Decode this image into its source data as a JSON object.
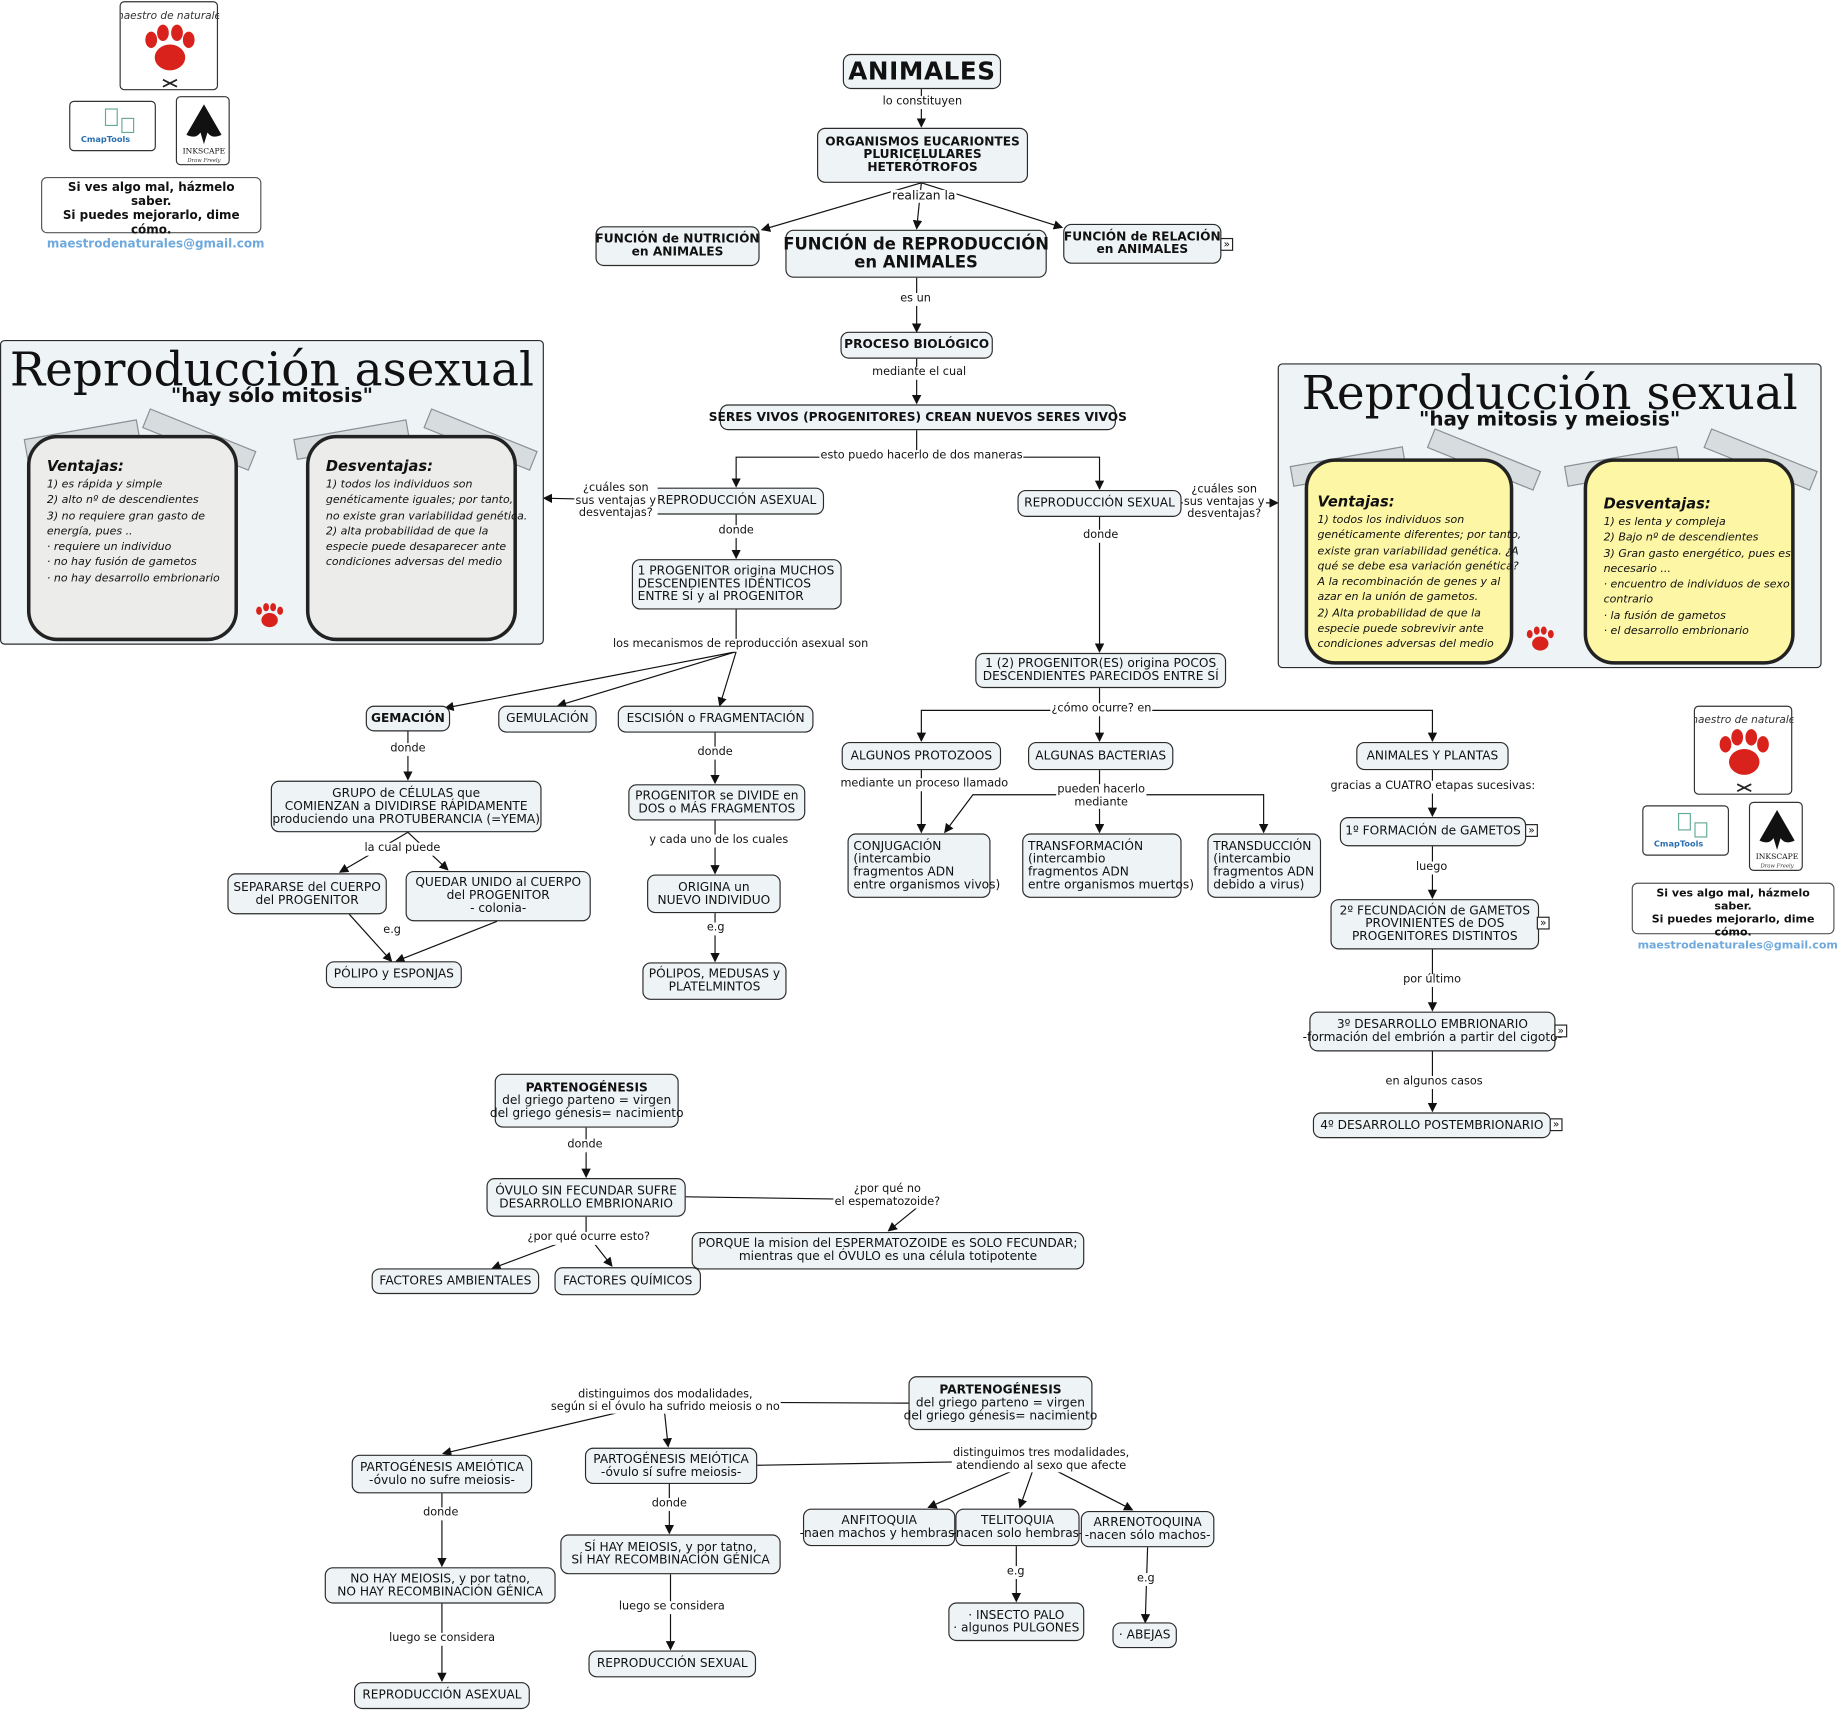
{
  "title": "ANIMALES",
  "nodes": {
    "eucariontes": [
      "ORGANISMOS EUCARIONTES",
      "PLURICELULARES",
      "HETERÓTROFOS"
    ],
    "nutricion": [
      "FUNCIÓN de NUTRICIÓN",
      "en ANIMALES"
    ],
    "reproduccion": [
      "FUNCIÓN de REPRODUCCIÓN",
      "en ANIMALES"
    ],
    "relacion": [
      "FUNCIÓN de RELACIÓN",
      "en ANIMALES"
    ],
    "proceso": [
      "PROCESO BIOLÓGICO"
    ],
    "seres": [
      "SERES VIVOS (PROGENITORES) CREAN NUEVOS SERES VIVOS"
    ],
    "repro_asexual": [
      "REPRODUCCIÓN ASEXUAL"
    ],
    "repro_sexual": [
      "REPRODUCCIÓN SEXUAL"
    ],
    "un_progenitor": [
      "1 PROGENITOR origina MUCHOS",
      "DESCENDIENTES IDÉNTICOS",
      "ENTRE SÍ y al PROGENITOR"
    ],
    "dos_progenitores": [
      "1 (2) PROGENITOR(ES) origina POCOS",
      "DESCENDIENTES PARECIDOS ENTRE SÍ"
    ],
    "gemacion": [
      "GEMACIÓN"
    ],
    "gemulacion": [
      "GEMULACIÓN"
    ],
    "escision": [
      "ESCISIÓN o FRAGMENTACIÓN"
    ],
    "grupo_celulas": [
      "GRUPO de CÉLULAS que",
      "COMIENZAN a DIVIDIRSE RÁPIDAMENTE",
      "produciendo una PROTUBERANCIA (=YEMA)"
    ],
    "separarse": [
      "SEPARARSE del CUERPO",
      "del PROGENITOR"
    ],
    "quedar_unido": [
      "QUEDAR UNIDO al CUERPO",
      "del PROGENITOR",
      "- colonia-"
    ],
    "polipo_esponjas": [
      "PÓLIPO y ESPONJAS"
    ],
    "progenitor_divide": [
      "PROGENITOR se DIVIDE en",
      "DOS o MÁS FRAGMENTOS"
    ],
    "origina_nuevo": [
      "ORIGINA un",
      "NUEVO INDIVIDUO"
    ],
    "polipos_medusas": [
      "PÓLIPOS, MEDUSAS y",
      "PLATELMINTOS"
    ],
    "protozoos": [
      "ALGUNOS PROTOZOOS"
    ],
    "bacterias": [
      "ALGUNAS BACTERIAS"
    ],
    "animales_plantas": [
      "ANIMALES Y PLANTAS"
    ],
    "conjugacion": [
      "CONJUGACIÓN",
      "(intercambio",
      "fragmentos ADN",
      "entre organismos vivos)"
    ],
    "transformacion": [
      "TRANSFORMACIÓN",
      "(intercambio",
      "fragmentos ADN",
      "entre organismos muertos)"
    ],
    "transduccion": [
      "TRANSDUCCIÓN",
      "(intercambio",
      "fragmentos ADN",
      "debido a virus)"
    ],
    "gametos": [
      "1º FORMACIÓN de GAMETOS"
    ],
    "fecundacion": [
      "2º FECUNDACIÓN de GAMETOS",
      "PROVINIENTES de DOS",
      "PROGENITORES DISTINTOS"
    ],
    "desarrollo_emb": [
      "3º DESARROLLO EMBRIONARIO",
      "-formación del embrión a partir del cigoto-"
    ],
    "desarrollo_post": [
      "4º DESARROLLO POSTEMBRIONARIO"
    ],
    "parteno1": [
      "PARTENOGÉNESIS",
      "del griego parteno = virgen",
      "del griego génesis= nacimiento"
    ],
    "ovulo": [
      "ÓVULO SIN FECUNDAR SUFRE",
      "DESARROLLO EMBRIONARIO"
    ],
    "porque": [
      "PORQUE la mision del ESPERMATOZOIDE  es SOLO FECUNDAR;",
      "mientras que el ÓVULO es una célula totipotente"
    ],
    "factores_amb": [
      "FACTORES AMBIENTALES"
    ],
    "factores_quim": [
      "FACTORES QUÍMICOS"
    ],
    "parteno2": [
      "PARTENOGÉNESIS",
      "del griego parteno = virgen",
      "del griego génesis= nacimiento"
    ],
    "ameiotica": [
      "PARTOGÉNESIS AMEIÓTICA",
      "-óvulo no sufre meiosis-"
    ],
    "meiotica": [
      "PARTOGÉNESIS MEIÓTICA",
      "-óvulo sí sufre meiosis-"
    ],
    "no_meiosis": [
      "NO HAY MEIOSIS, y por tatno,",
      "NO HAY RECOMBINACIÓN GÉNICA"
    ],
    "si_meiosis": [
      "SÍ HAY MEIOSIS, y por tatno,",
      "SÍ HAY RECOMBINACIÓN GÉNICA"
    ],
    "rep_asexual2": [
      "REPRODUCCIÓN ASEXUAL"
    ],
    "rep_sexual2": [
      "REPRODUCCIÓN SEXUAL"
    ],
    "anfitoquia": [
      "ANFITOQUIA",
      "-naen machos y hembras-"
    ],
    "telitoquia": [
      "TELITOQUIA",
      "-nacen solo hembras-"
    ],
    "arrenotoquina": [
      "ARRENOTOQUINA",
      "-nacen sólo machos-"
    ],
    "insecto_palo": [
      "· INSECTO PALO",
      "· algunos PULGONES"
    ],
    "abejas": [
      "· ABEJAS"
    ]
  },
  "labels": {
    "lo_constituyen": "lo constituyen",
    "realizan_la": "realizan la",
    "es_un": "es un",
    "mediante_cual": "mediante el cual",
    "dos_maneras": "esto puedo hacerlo de dos maneras",
    "ventajas_izq": [
      "¿cuáles son",
      "sus ventajas y",
      "desventajas?"
    ],
    "ventajas_der": [
      "¿cuáles son",
      "sus ventajas y",
      "desventajas?"
    ],
    "donde_asex": "donde",
    "donde_sex": "donde",
    "mecanismos": "los mecanismos de reproducción asexual son",
    "donde_gem": "donde",
    "donde_esc": "donde",
    "la_cual_puede": "la cual puede",
    "eg1": "e.g",
    "cada_uno": "y cada uno de los cuales",
    "eg2": "e.g",
    "como_ocurre": "¿cómo ocurre? en",
    "mediante_proceso": "mediante un proceso llamado",
    "pueden_hacerlo": [
      "pueden hacerlo",
      "mediante"
    ],
    "cuatro_etapas": "gracias a CUATRO etapas sucesivas:",
    "luego": "luego",
    "por_ultimo": "por último",
    "algunos_casos": "en algunos casos",
    "donde_parteno": "donde",
    "por_que_no": [
      "¿por qué no",
      "el espematozoide?"
    ],
    "por_que_ocurre": "¿por qué ocurre esto?",
    "dos_modalidades": [
      "distinguimos dos modalidades,",
      "según si el óvulo ha sufrido meiosis o no"
    ],
    "tres_modalidades": [
      "distinguimos tres modalidades,",
      "atendiendo al sexo que afecte"
    ],
    "donde_ame": "donde",
    "donde_mei": "donde",
    "luego_considera1": "luego se considera",
    "luego_considera2": "luego se considera",
    "eg3": "e.g",
    "eg4": "e.g"
  },
  "asexual_panel": {
    "title": "Reproducción asexual",
    "subtitle": "\"hay sólo mitosis\"",
    "ventajas_title": "Ventajas:",
    "ventajas": [
      " 1) es rápida y simple",
      "2) alto nº de descendientes",
      "3) no requiere gran gasto de",
      "energía, pues ..",
      "· requiere un individuo",
      "· no hay fusión de gametos",
      "· no hay desarrollo embrionario"
    ],
    "desventajas_title": "Desventajas:",
    "desventajas": [
      "  1) todos los individuos son",
      "genéticamente iguales; por tanto,",
      "no existe gran variabilidad genética.",
      "2) alta probabilidad de que la",
      "especie puede desaparecer ante",
      "condiciones adversas del medio"
    ]
  },
  "sexual_panel": {
    "title": "Reproducción sexual",
    "subtitle": "\"hay mitosis y meiosis\"",
    "ventajas_title": "Ventajas:",
    "ventajas": [
      "  1) todos los individuos son",
      "genéticamente diferentes; por tanto,",
      "existe gran variabilidad genética. ¿A",
      "qué se debe esa variación genética?",
      "A la recombinación de genes y al",
      "azar en la unión de gametos.",
      "2) Alta probabilidad de que la",
      "especie puede sobrevivir ante",
      "condiciones adversas del medio"
    ],
    "desventajas_title": "Desventajas:",
    "desventajas": [
      "  1) es lenta y compleja",
      "2) Bajo nº de descendientes",
      "3) Gran gasto energético, pues es",
      "necesario ...",
      "· encuentro de individuos de sexo",
      "contrario",
      "· la fusión de gametos",
      "· el desarrollo embrionario"
    ]
  },
  "credits": {
    "cmaptools": "CmapTools",
    "inkscape": "INKSCAPE",
    "inkscape_sub": "Draw Freely",
    "logo_text": "maestro de naturales",
    "feedback": [
      "Si ves algo mal, házmelo saber.",
      "Si puedes mejorarlo, dime cómo."
    ],
    "email": "maestrodenaturales@gmail.com"
  },
  "colors": {
    "node_bg": "#eef3f5",
    "card_yellow": "#fdf7a5",
    "card_grey": "#ecedea",
    "paw_red": "#d9221c",
    "email": "#6fa9dd"
  }
}
